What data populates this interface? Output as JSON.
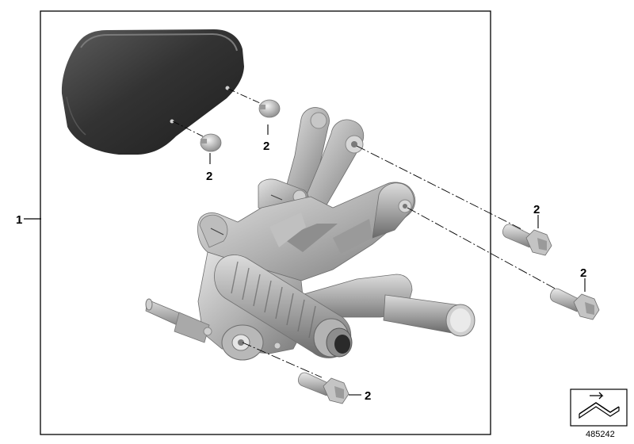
{
  "diagram": {
    "type": "exploded-parts-diagram",
    "part_callouts": [
      {
        "id": "assembly",
        "label": "1"
      },
      {
        "id": "bolt-cover-right",
        "label": "2"
      },
      {
        "id": "bolt-cover-left",
        "label": "2"
      },
      {
        "id": "bolt-upper-mount",
        "label": "2"
      },
      {
        "id": "bolt-lower-mount",
        "label": "2"
      },
      {
        "id": "bolt-pivot",
        "label": "2"
      }
    ],
    "diagram_number": "485242",
    "icons": [
      "arrow-symbol-icon"
    ],
    "colors": {
      "frame": "#000000",
      "metal_light": "#d3d3d3",
      "metal_mid": "#a8a8a8",
      "metal_dark": "#6e6e6e",
      "cover_dark": "#2f2f2f",
      "cover_light": "#595959"
    }
  }
}
